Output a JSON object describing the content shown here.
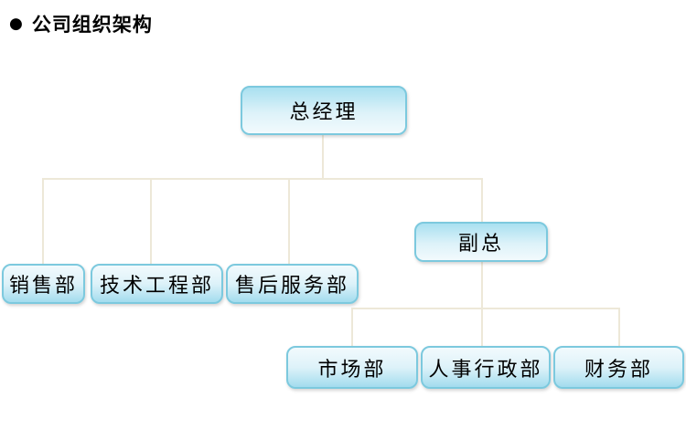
{
  "title": {
    "bullet": "●",
    "text": "公司组织架构"
  },
  "colors": {
    "background": "#ffffff",
    "text": "#000000",
    "node_border": "#7cc9de",
    "node_gradient_top_level": [
      "#a9e0f0",
      "#f2fafd"
    ],
    "node_gradient_child_level": [
      "#f2fafd",
      "#a3dcee"
    ],
    "connector_line": "#ede8d8"
  },
  "org_chart": {
    "type": "org-tree",
    "root": "总经理",
    "nodes": [
      {
        "id": "general-manager",
        "label": "总经理",
        "parent": null
      },
      {
        "id": "deputy-gm",
        "label": "副总",
        "parent": "general-manager"
      },
      {
        "id": "sales-dept",
        "label": "销售部",
        "parent": "general-manager"
      },
      {
        "id": "tech-engineering-dept",
        "label": "技术工程部",
        "parent": "general-manager"
      },
      {
        "id": "after-sales-dept",
        "label": "售后服务部",
        "parent": "general-manager"
      },
      {
        "id": "marketing-dept",
        "label": "市场部",
        "parent": "deputy-gm"
      },
      {
        "id": "hr-admin-dept",
        "label": "人事行政部",
        "parent": "deputy-gm"
      },
      {
        "id": "finance-dept",
        "label": "财务部",
        "parent": "deputy-gm"
      }
    ]
  }
}
